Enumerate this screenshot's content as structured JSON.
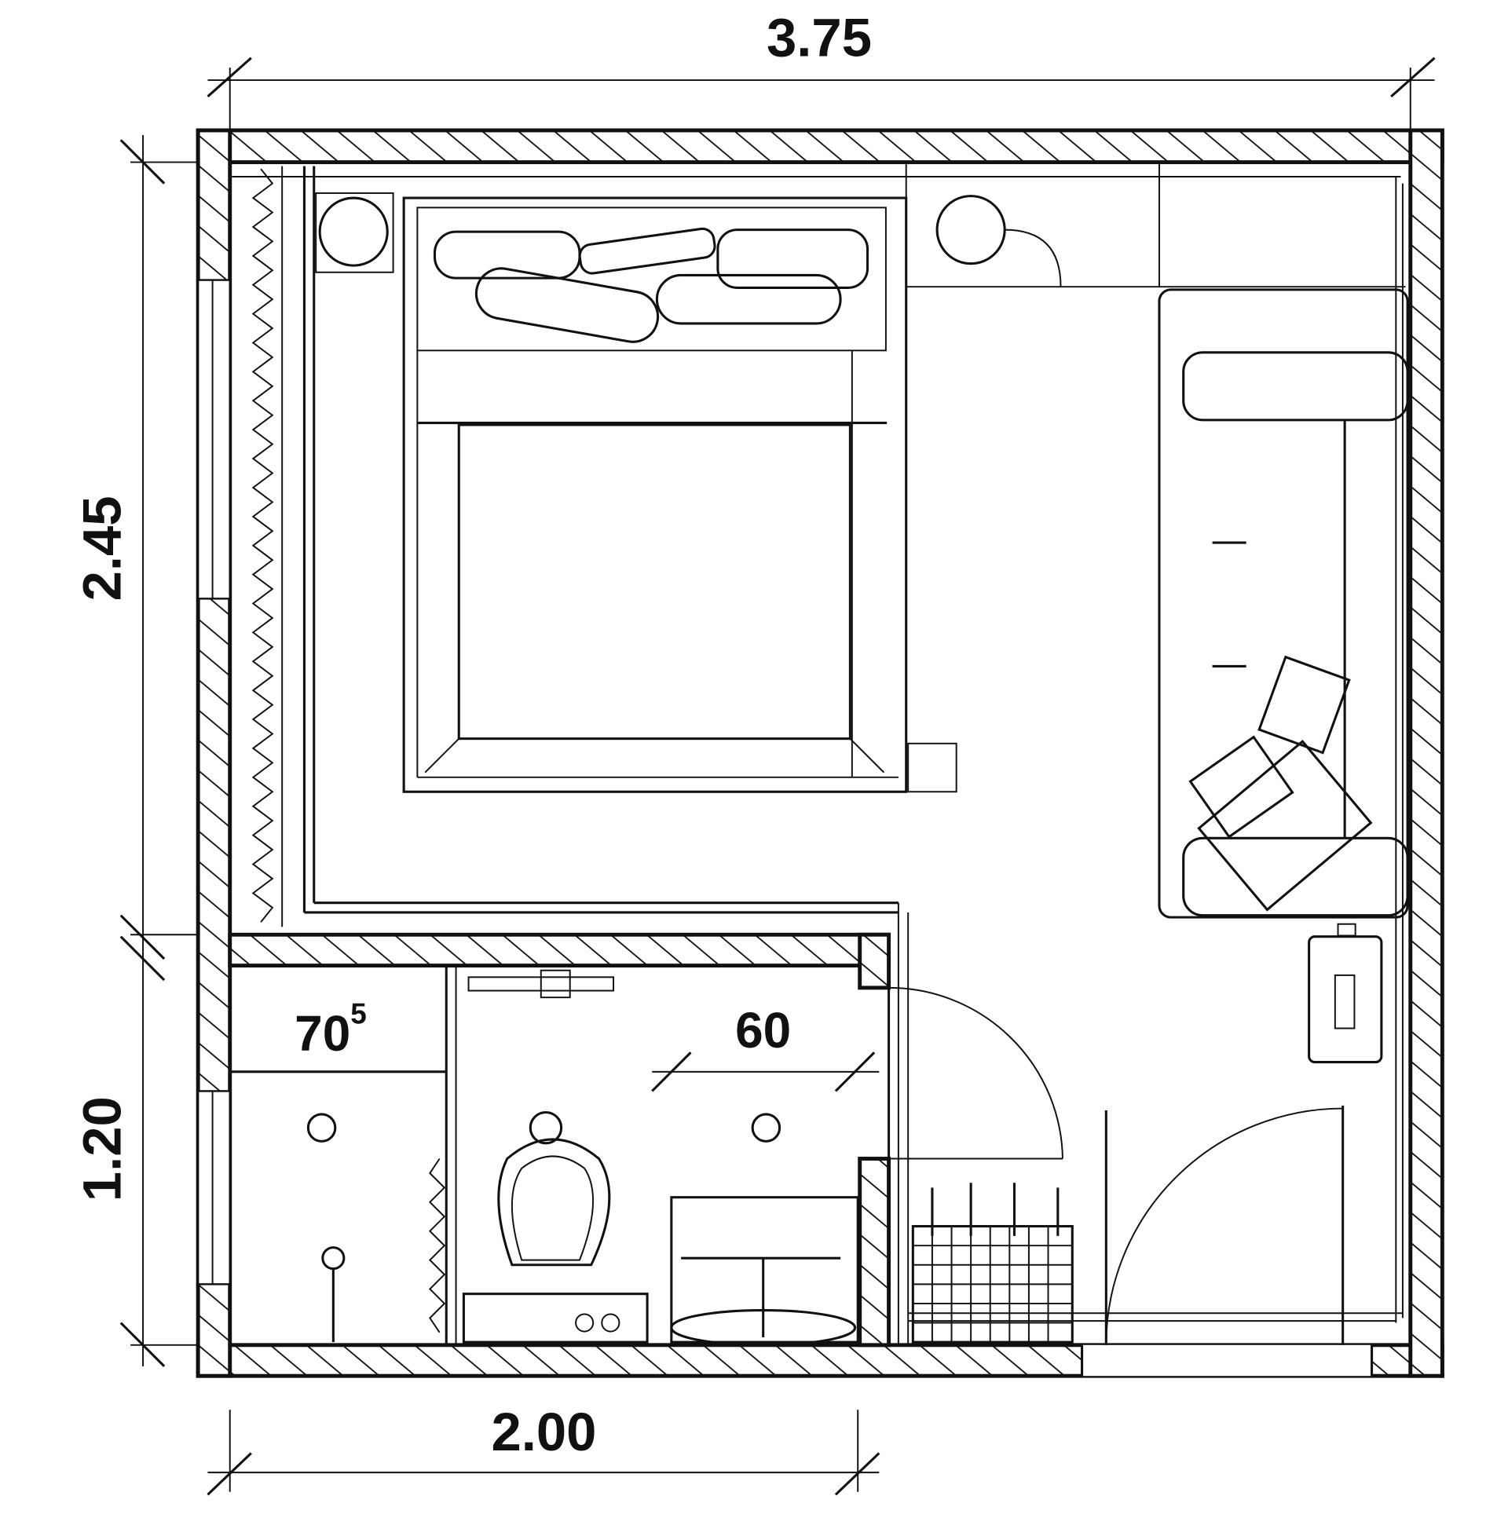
{
  "title": "Bedroom floor plan with bathroom",
  "dimensions": {
    "top_width": "3.75",
    "left_upper_height": "2.45",
    "left_lower_height": "1.20",
    "bottom_width": "2.00",
    "shower_width": "70",
    "shower_width_superscript": "5",
    "vanity_width": "60"
  },
  "colors": {
    "line": "#111111",
    "background": "#ffffff"
  }
}
